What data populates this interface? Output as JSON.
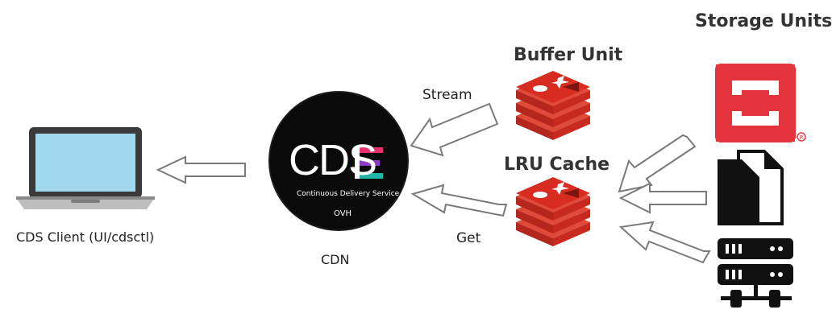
{
  "labels": {
    "storage_units": "Storage Units",
    "buffer_unit": "Buffer Unit",
    "lru_cache": "LRU Cache",
    "stream": "Stream",
    "get": "Get",
    "cdn": "CDN",
    "client": "CDS Client (UI/cdsctl)"
  },
  "logo": {
    "mark": "CDS",
    "subtitle": "Continuous Delivery Service",
    "vendor": "OVH"
  },
  "colors": {
    "redis_red": "#d82c20",
    "openstack_red": "#e5343d",
    "laptop_screen": "#9fd8ef",
    "arrow_stroke": "#7a7a7a",
    "logo_bg": "#0a0a0a"
  }
}
